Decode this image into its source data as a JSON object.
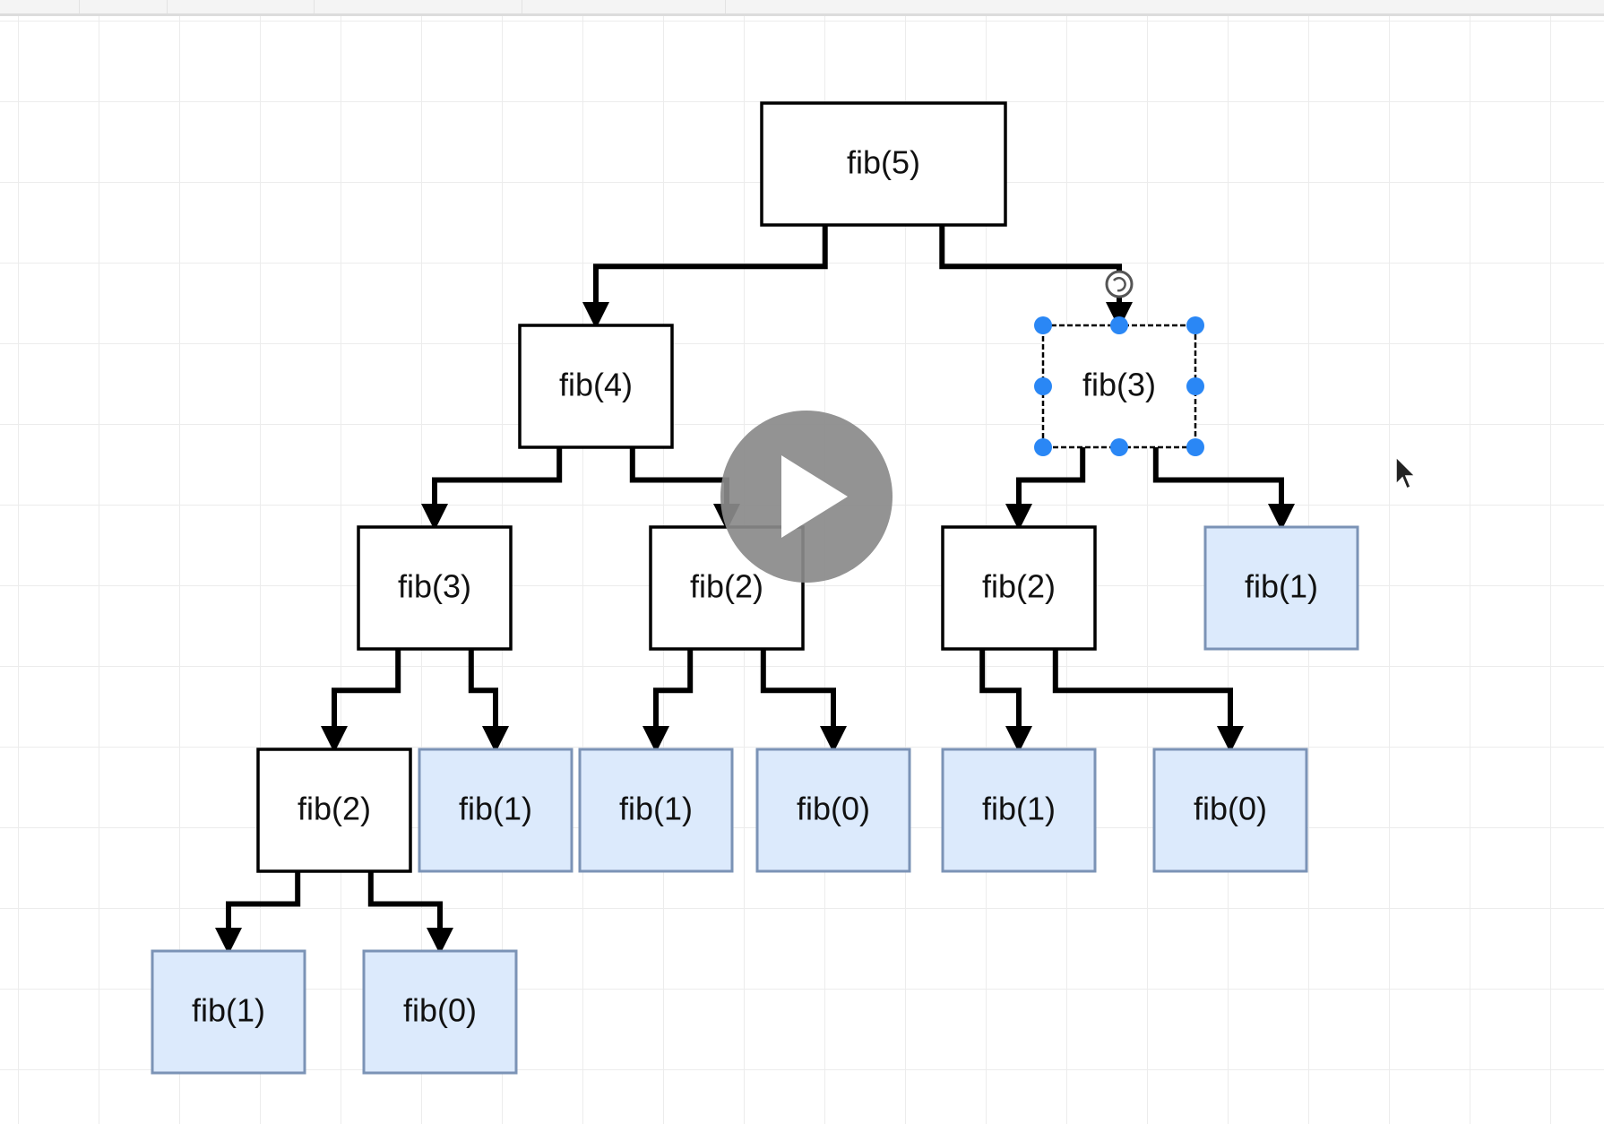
{
  "diagram": {
    "colors": {
      "node_fill": "#ffffff",
      "leaf_fill": "#dceafc",
      "leaf_stroke": "#7b93b6",
      "node_stroke": "#000000",
      "selection": "#2a87f5",
      "play_overlay": "#8a8a8a"
    },
    "nodes": [
      {
        "id": "n1",
        "label": "fib(5)",
        "leaf": false
      },
      {
        "id": "n2",
        "label": "fib(4)",
        "leaf": false
      },
      {
        "id": "n3",
        "label": "fib(3)",
        "leaf": false,
        "selected": true
      },
      {
        "id": "n4",
        "label": "fib(3)",
        "leaf": false
      },
      {
        "id": "n5",
        "label": "fib(2)",
        "leaf": false
      },
      {
        "id": "n6",
        "label": "fib(2)",
        "leaf": false
      },
      {
        "id": "n7",
        "label": "fib(1)",
        "leaf": true
      },
      {
        "id": "n8",
        "label": "fib(2)",
        "leaf": false
      },
      {
        "id": "n9",
        "label": "fib(1)",
        "leaf": true
      },
      {
        "id": "n10",
        "label": "fib(1)",
        "leaf": true
      },
      {
        "id": "n11",
        "label": "fib(0)",
        "leaf": true
      },
      {
        "id": "n12",
        "label": "fib(1)",
        "leaf": true
      },
      {
        "id": "n13",
        "label": "fib(0)",
        "leaf": true
      },
      {
        "id": "n14",
        "label": "fib(1)",
        "leaf": true
      },
      {
        "id": "n15",
        "label": "fib(0)",
        "leaf": true
      }
    ],
    "edges": [
      {
        "from": "n1",
        "to": "n2"
      },
      {
        "from": "n1",
        "to": "n3"
      },
      {
        "from": "n2",
        "to": "n4"
      },
      {
        "from": "n2",
        "to": "n5"
      },
      {
        "from": "n3",
        "to": "n6"
      },
      {
        "from": "n3",
        "to": "n7"
      },
      {
        "from": "n4",
        "to": "n8"
      },
      {
        "from": "n4",
        "to": "n9"
      },
      {
        "from": "n5",
        "to": "n10"
      },
      {
        "from": "n5",
        "to": "n11"
      },
      {
        "from": "n6",
        "to": "n12"
      },
      {
        "from": "n6",
        "to": "n13"
      },
      {
        "from": "n8",
        "to": "n14"
      },
      {
        "from": "n8",
        "to": "n15"
      }
    ]
  },
  "overlay": {
    "play_icon": "play-icon",
    "cursor_icon": "mouse-pointer-icon"
  }
}
